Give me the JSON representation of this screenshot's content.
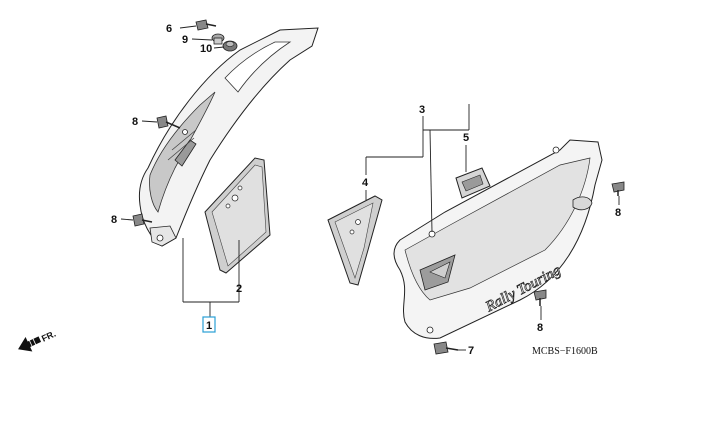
{
  "diagram": {
    "code": "MCBS−F1600B",
    "front_label": "FR.",
    "callouts": {
      "c1": "1",
      "c2": "2",
      "c3": "3",
      "c4": "4",
      "c5": "5",
      "c6": "6",
      "c7": "7",
      "c8a": "8",
      "c8b": "8",
      "c8c": "8",
      "c8d": "8",
      "c9": "9",
      "c10": "10"
    },
    "decal_text": "Rally Touring"
  },
  "colors": {
    "part_fill": "#f2f2f2",
    "shade_fill": "#bdbdbd",
    "highlight": "#2a9fd6"
  }
}
